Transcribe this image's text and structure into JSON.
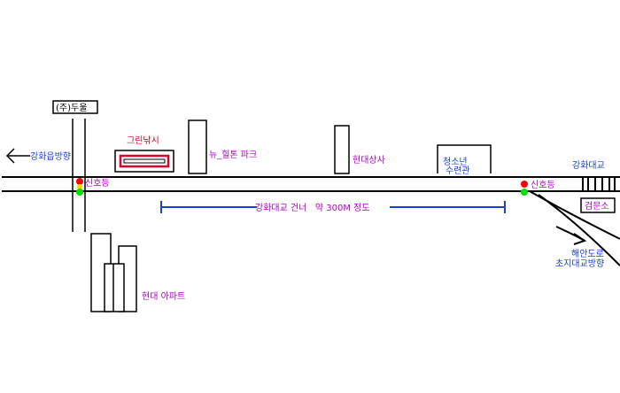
{
  "labels": {
    "dooul": "(주)두울",
    "ganghwa_eup": "강화읍방향",
    "signal_left": "신호등",
    "signal_right": "신호등",
    "green_fishing": "그린낚시",
    "new_hilton": "뉴_힐톤 파크",
    "hyundai_sangsa": "현대상사",
    "youth_center_1": "청소년",
    "youth_center_2": "수련관",
    "ganghwa_bridge": "강화대교",
    "checkpoint": "검문소",
    "distance": "강화대교 건너   약 300M 정도",
    "hyundai_apt": "현대 아파트",
    "coastal_road_1": "해안도로",
    "coastal_road_2": "초지대교방향"
  },
  "colors": {
    "place_label": "#b000c8",
    "direction_label": "#1a3fd0",
    "signal_red": "#ff0000",
    "signal_green": "#00e000",
    "signal_yellow": "#ffd800",
    "fishing_box": "#e0002a"
  }
}
